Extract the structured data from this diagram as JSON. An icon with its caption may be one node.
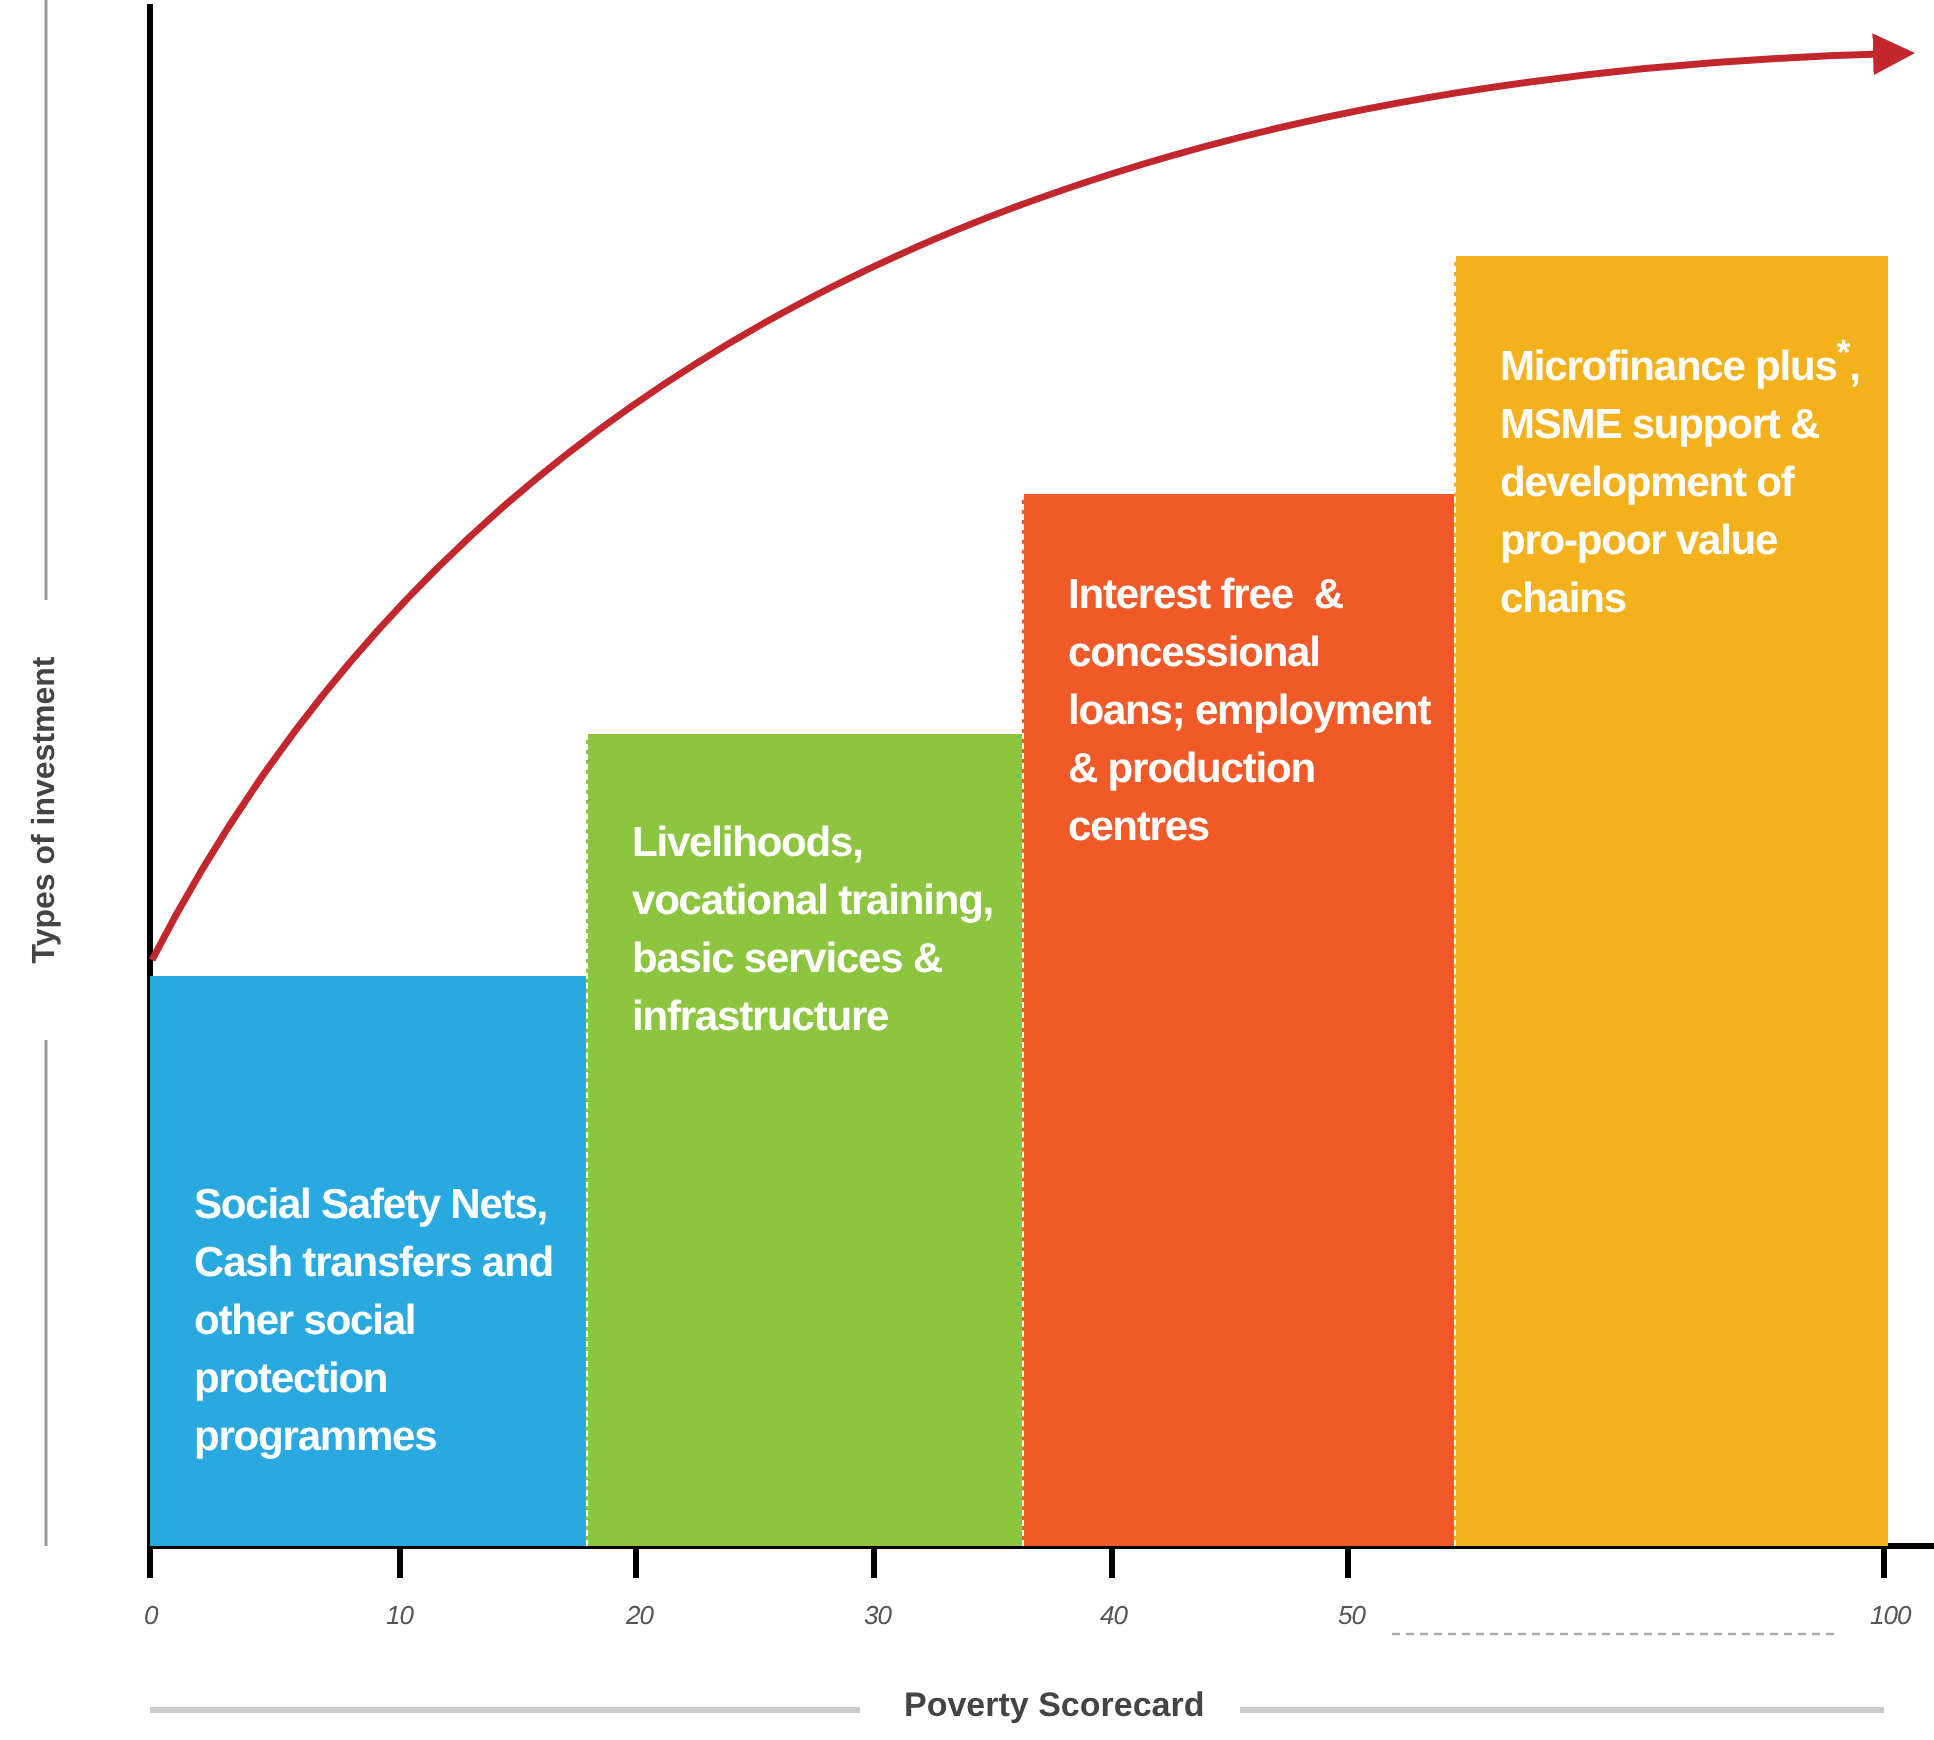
{
  "diagram": {
    "nodes": [
      {
        "text": [
          "Social Safety Nets, Cash transfers and other social protection programmes"
        ]
      },
      {
        "text": [
          "Livelihoods, vocational training, basic services & infrastructure"
        ]
      },
      {
        "text": [
          "Interest free  & concessional loans; employment & production centres"
        ]
      },
      {
        "text": [
          "Microfinance plus$^{*}$, MSME support & development of pro-poor value chains"
        ]
      }
    ],
    "labels": [
      "Types of investment",
      "0",
      "10",
      "20",
      "30",
      "40",
      "50",
      "100",
      "Poverty Scorecard"
    ]
  }
}
